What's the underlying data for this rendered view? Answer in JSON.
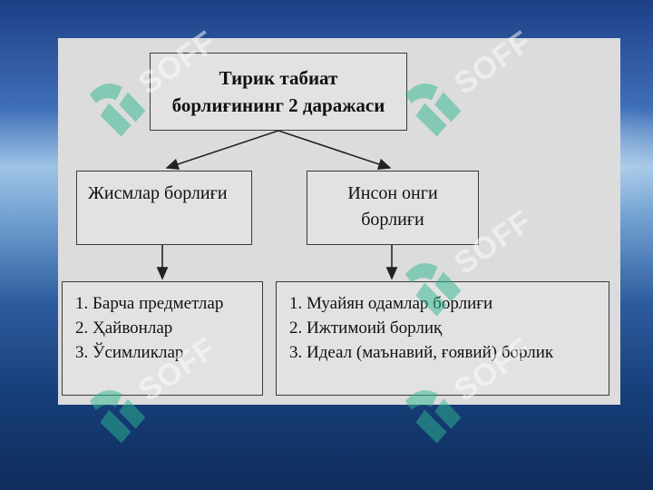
{
  "diagram": {
    "root": {
      "line1": "Тирик табиат",
      "line2": "борлиғининг 2 даражаси"
    },
    "left_node": {
      "label": "Жисмлар борлиғи"
    },
    "right_node": {
      "line1": "Инсон онги",
      "line2": "борлиғи"
    },
    "left_list": [
      "1. Барча предметлар",
      "2. Ҳайвонлар",
      "3. Ўсимликлар"
    ],
    "right_list": [
      "1. Муайян одамлар борлиғи",
      "2. Ижтимоий борлиқ",
      "3. Идеал (маънавий, ғоявий) борлик"
    ]
  },
  "watermark": {
    "text": "SOFF",
    "icon": "soff-leaf-logo-icon",
    "color": "#2fb890"
  }
}
